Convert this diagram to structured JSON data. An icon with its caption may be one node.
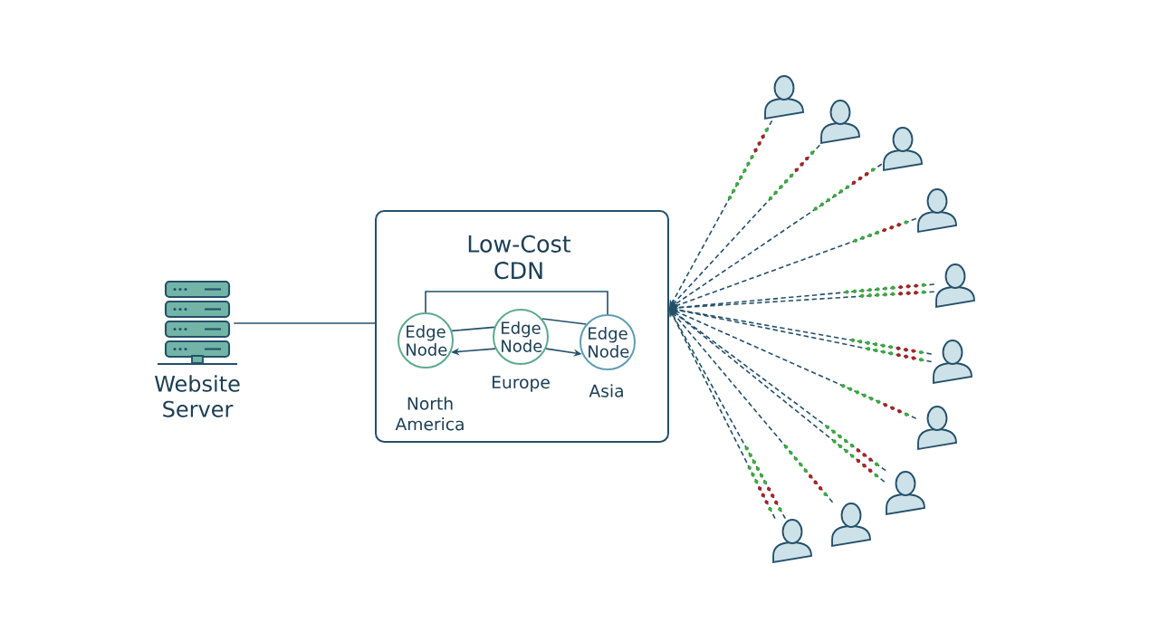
{
  "diagram": {
    "nodes": [
      {
        "text": [
          "Website Server"
        ]
      },
      {
        "text": [
          "Low-Cost CDN"
        ]
      },
      {
        "text": [
          "Edge Node"
        ],
        "in": 1,
        "beside": [
          "North America"
        ]
      },
      {
        "text": [
          "Edge Node"
        ],
        "in": 1,
        "beside": [
          "Europe"
        ]
      },
      {
        "text": [
          "Edge Node"
        ],
        "in": 1,
        "beside": [
          "Asia"
        ]
      },
      {
        "text": [],
        "shape": "person"
      },
      {
        "text": [],
        "shape": "person"
      },
      {
        "text": [],
        "shape": "person"
      },
      {
        "text": [],
        "shape": "person"
      },
      {
        "text": [],
        "shape": "person"
      },
      {
        "text": [],
        "shape": "person"
      },
      {
        "text": [],
        "shape": "person"
      },
      {
        "text": [],
        "shape": "person"
      },
      {
        "text": [],
        "shape": "person"
      },
      {
        "text": [],
        "shape": "person"
      }
    ],
    "edges": [
      {
        "from": 0,
        "to": 1,
        "arrow": "none"
      },
      {
        "from": 2,
        "to": 4,
        "arrow": "none"
      },
      {
        "from": 2,
        "to": 3,
        "arrow": "none"
      },
      {
        "from": 3,
        "to": 4,
        "arrow": "none"
      },
      {
        "from": 3,
        "to": 2,
        "arrow": "to"
      },
      {
        "from": 3,
        "to": 4,
        "arrow": "to"
      },
      {
        "from": 5,
        "to": 1,
        "arrow": "to",
        "style": "dashed"
      },
      {
        "from": 6,
        "to": 1,
        "arrow": "to",
        "style": "dashed"
      },
      {
        "from": 7,
        "to": 1,
        "arrow": "to",
        "style": "dashed"
      },
      {
        "from": 8,
        "to": 1,
        "arrow": "to",
        "style": "dashed"
      },
      {
        "from": 9,
        "to": 1,
        "arrow": "to",
        "style": "dashed"
      },
      {
        "from": 9,
        "to": 1,
        "arrow": "to",
        "style": "dashed"
      },
      {
        "from": 10,
        "to": 1,
        "arrow": "to",
        "style": "dashed"
      },
      {
        "from": 10,
        "to": 1,
        "arrow": "to",
        "style": "dashed"
      },
      {
        "from": 11,
        "to": 1,
        "arrow": "to",
        "style": "dashed"
      },
      {
        "from": 12,
        "to": 1,
        "arrow": "to",
        "style": "dashed"
      },
      {
        "from": 12,
        "to": 1,
        "arrow": "to",
        "style": "dashed"
      },
      {
        "from": 13,
        "to": 1,
        "arrow": "to",
        "style": "dashed"
      },
      {
        "from": 14,
        "to": 1,
        "arrow": "to",
        "style": "dashed"
      },
      {
        "from": 14,
        "to": 1,
        "arrow": "to",
        "style": "dashed"
      }
    ]
  }
}
